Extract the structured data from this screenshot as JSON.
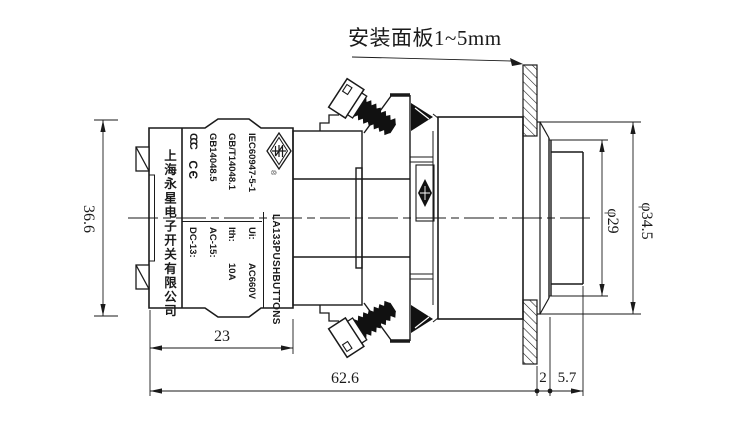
{
  "colors": {
    "ink": "#1a1a1a",
    "paper": "#ffffff"
  },
  "annotation": {
    "panel_note": "安装面板1~5mm"
  },
  "dimensions": {
    "body_height": "36.6",
    "terminal_width": "23",
    "overall_length": "62.6",
    "bezel_thickness": "2",
    "button_protrusion": "5.7",
    "button_diameter": "φ29",
    "bezel_diameter": "φ34.5"
  },
  "nameplate": {
    "model": "LA133",
    "product_type": "PUSHBUTTONS",
    "registered_mark": "®",
    "standards": [
      "IEC60947-5-1",
      "GB/T14048.1",
      "GB14048.5"
    ],
    "cert_ccc": "CCC",
    "cert_ce": "CЄ",
    "ratings": [
      {
        "label": "Ui:",
        "value": "AC660V"
      },
      {
        "label": "Ith:",
        "value": "10A"
      },
      {
        "label": "AC-15:",
        "value": ""
      },
      {
        "label": "DC-13:",
        "value": ""
      }
    ],
    "company": "上海永星电子开关有限公司"
  }
}
